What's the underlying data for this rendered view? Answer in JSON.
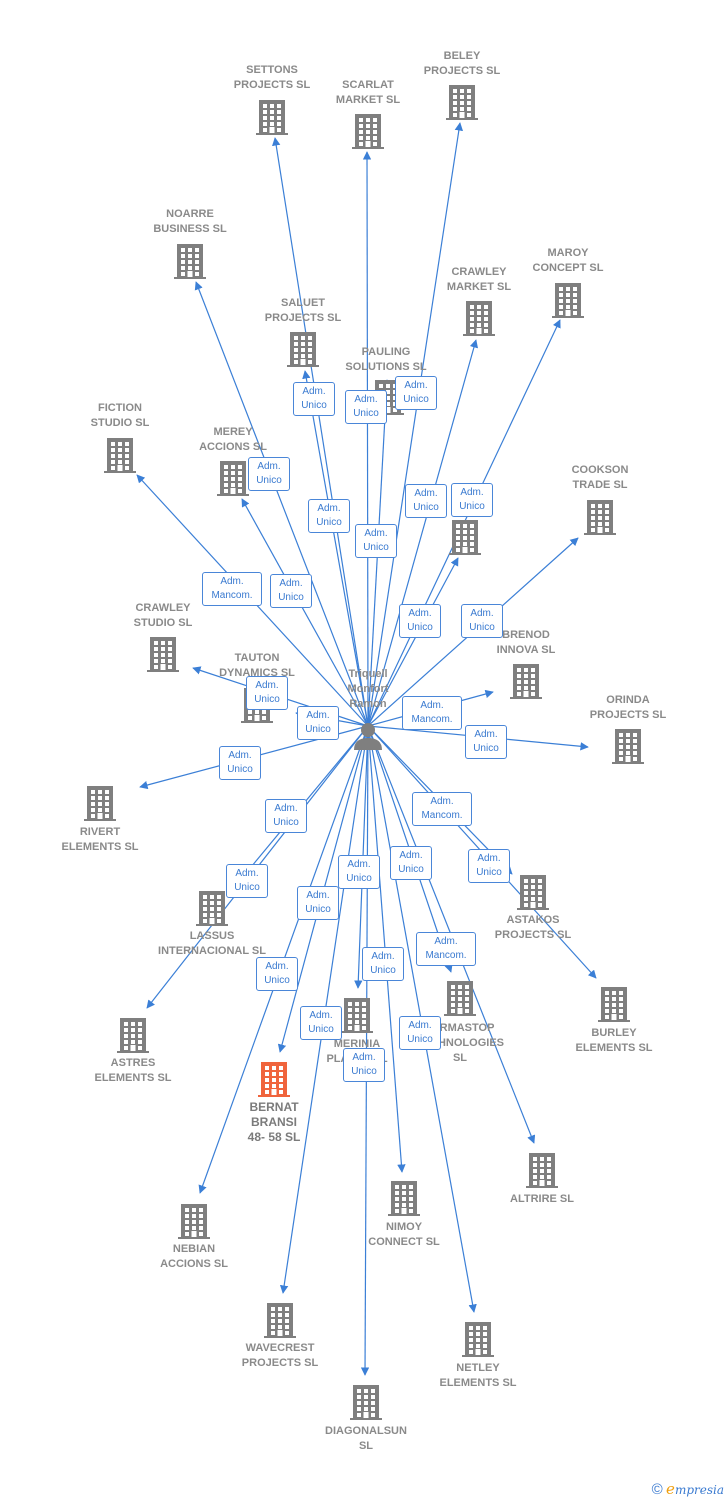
{
  "center": {
    "name_lines": [
      "Triquell",
      "Monfort",
      "Ramon"
    ]
  },
  "nodes": [
    {
      "id": "settons",
      "lines": [
        "SETTONS",
        "PROJECTS  SL"
      ]
    },
    {
      "id": "scarlat",
      "lines": [
        "SCARLAT",
        "MARKET  SL"
      ]
    },
    {
      "id": "beley",
      "lines": [
        "BELEY",
        "PROJECTS  SL"
      ]
    },
    {
      "id": "noarre",
      "lines": [
        "NOARRE",
        "BUSINESS  SL"
      ]
    },
    {
      "id": "saluet",
      "lines": [
        "SALUET",
        "PROJECTS  SL"
      ]
    },
    {
      "id": "crawley-market",
      "lines": [
        "CRAWLEY",
        "MARKET  SL"
      ]
    },
    {
      "id": "maroy",
      "lines": [
        "MAROY",
        "CONCEPT SL"
      ]
    },
    {
      "id": "pauling",
      "lines": [
        "PAULING",
        "SOLUTIONS SL"
      ]
    },
    {
      "id": "fiction",
      "lines": [
        "FICTION",
        "STUDIO SL"
      ]
    },
    {
      "id": "merey",
      "lines": [
        "MEREY",
        "ACCIONS  SL"
      ]
    },
    {
      "id": "unnamed",
      "lines": []
    },
    {
      "id": "cookson",
      "lines": [
        "COOKSON",
        "TRADE SL"
      ]
    },
    {
      "id": "crawley-studio",
      "lines": [
        "CRAWLEY",
        "STUDIO  SL"
      ]
    },
    {
      "id": "brenod",
      "lines": [
        "BRENOD",
        "INNOVA  SL"
      ]
    },
    {
      "id": "tauton",
      "lines": [
        "TAUTON",
        "DYNAMICS  SL"
      ]
    },
    {
      "id": "orinda",
      "lines": [
        "ORINDA",
        "PROJECTS  SL"
      ]
    },
    {
      "id": "rivert",
      "lines": [
        "RIVERT",
        "ELEMENTS  SL"
      ]
    },
    {
      "id": "astakos",
      "lines": [
        "ASTAKOS",
        "PROJECTS SL"
      ]
    },
    {
      "id": "lassus",
      "lines": [
        "LASSUS",
        "INTERNACIONAL SL"
      ]
    },
    {
      "id": "burley",
      "lines": [
        "BURLEY",
        "ELEMENTS  SL"
      ]
    },
    {
      "id": "astres",
      "lines": [
        "ASTRES",
        "ELEMENTS  SL"
      ]
    },
    {
      "id": "merinia",
      "lines": [
        "MERINIA",
        "PLANET SL"
      ]
    },
    {
      "id": "farmastop",
      "lines": [
        "FARMASTOP",
        "TECHNOLOGIES",
        "SL"
      ]
    },
    {
      "id": "bernat",
      "lines": [
        "BERNAT",
        "BRANSI",
        "48- 58  SL"
      ],
      "focus": true
    },
    {
      "id": "altrire",
      "lines": [
        "ALTRIRE  SL"
      ]
    },
    {
      "id": "nimoy",
      "lines": [
        "NIMOY",
        "CONNECT  SL"
      ]
    },
    {
      "id": "nebian",
      "lines": [
        "NEBIAN",
        "ACCIONS  SL"
      ]
    },
    {
      "id": "wavecrest",
      "lines": [
        "WAVECREST",
        "PROJECTS SL"
      ]
    },
    {
      "id": "netley",
      "lines": [
        "NETLEY",
        "ELEMENTS  SL"
      ]
    },
    {
      "id": "diagonalsun",
      "lines": [
        "DIAGONALSUN",
        "SL"
      ]
    }
  ],
  "edges": [
    {
      "to": "settons",
      "role": [
        "Adm.",
        "Unico"
      ]
    },
    {
      "to": "scarlat",
      "role": [
        "Adm.",
        "Unico"
      ]
    },
    {
      "to": "beley",
      "role": [
        "Adm.",
        "Unico"
      ]
    },
    {
      "to": "noarre",
      "role": [
        "Adm.",
        "Unico"
      ]
    },
    {
      "to": "saluet",
      "role": [
        "Adm.",
        "Unico"
      ]
    },
    {
      "to": "crawley-market",
      "role": [
        "Adm.",
        "Unico"
      ]
    },
    {
      "to": "maroy",
      "role": [
        "Adm.",
        "Unico"
      ]
    },
    {
      "to": "pauling",
      "role": [
        "Adm.",
        "Unico"
      ]
    },
    {
      "to": "fiction",
      "role": [
        "Adm.",
        "Mancom."
      ]
    },
    {
      "to": "merey",
      "role": [
        "Adm.",
        "Unico"
      ]
    },
    {
      "to": "unnamed",
      "role": [
        "Adm.",
        "Unico"
      ]
    },
    {
      "to": "cookson",
      "role": [
        "Adm.",
        "Unico"
      ]
    },
    {
      "to": "brenod",
      "role": [
        "Adm.",
        "Mancom."
      ]
    },
    {
      "to": "tauton",
      "role": [
        "Adm.",
        "Unico"
      ]
    },
    {
      "to": "crawley-studio",
      "role": [
        "Adm.",
        "Unico"
      ]
    },
    {
      "to": "orinda",
      "role": [
        "Adm.",
        "Unico"
      ]
    },
    {
      "to": "rivert",
      "role": [
        "Adm.",
        "Unico"
      ]
    },
    {
      "to": "astakos",
      "role": [
        "Adm.",
        "Mancom."
      ]
    },
    {
      "to": "burley",
      "role": [
        "Adm.",
        "Unico"
      ]
    },
    {
      "to": "lassus",
      "role": [
        "Adm.",
        "Unico"
      ]
    },
    {
      "to": "astres",
      "role": [
        "Adm.",
        "Unico"
      ]
    },
    {
      "to": "merinia",
      "role": [
        "Adm.",
        "Unico"
      ]
    },
    {
      "to": "farmastop",
      "role": [
        "Adm.",
        "Mancom."
      ]
    },
    {
      "to": "bernat",
      "role": [
        "Adm.",
        "Unico"
      ]
    },
    {
      "to": "altrire",
      "role": [
        "Adm.",
        "Unico"
      ]
    },
    {
      "to": "nimoy",
      "role": [
        "Adm.",
        "Unico"
      ]
    },
    {
      "to": "nebian",
      "role": [
        "Adm.",
        "Unico"
      ]
    },
    {
      "to": "wavecrest",
      "role": [
        "Adm.",
        "Unico"
      ]
    },
    {
      "to": "netley",
      "role": [
        "Adm.",
        "Unico"
      ]
    },
    {
      "to": "diagonalsun",
      "role": [
        "Adm.",
        "Unico"
      ]
    }
  ],
  "colors": {
    "edge": "#3b7fd6",
    "building": "#7f7f7f",
    "focus_building": "#f0643c",
    "person": "#7f7f7f"
  },
  "brand": {
    "copyright": "©",
    "initial": "e",
    "rest": "mpresia"
  }
}
